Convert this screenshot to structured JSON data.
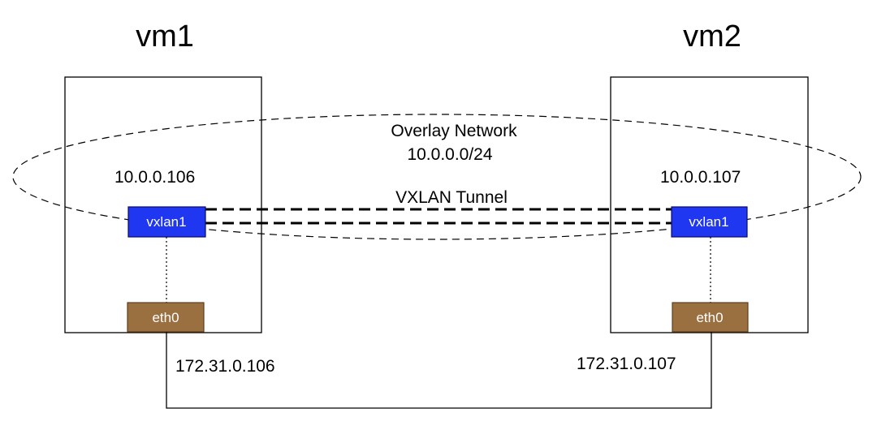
{
  "vm1": {
    "title": "vm1",
    "overlay_ip": "10.0.0.106",
    "vxlan_label": "vxlan1",
    "eth_label": "eth0",
    "eth_ip": "172.31.0.106"
  },
  "vm2": {
    "title": "vm2",
    "overlay_ip": "10.0.0.107",
    "vxlan_label": "vxlan1",
    "eth_label": "eth0",
    "eth_ip": "172.31.0.107"
  },
  "overlay": {
    "title": "Overlay Network",
    "subnet": "10.0.0.0/24"
  },
  "tunnel": {
    "label": "VXLAN Tunnel"
  },
  "colors": {
    "vxlan_fill": "#1f37f0",
    "eth_fill": "#9b7040"
  }
}
